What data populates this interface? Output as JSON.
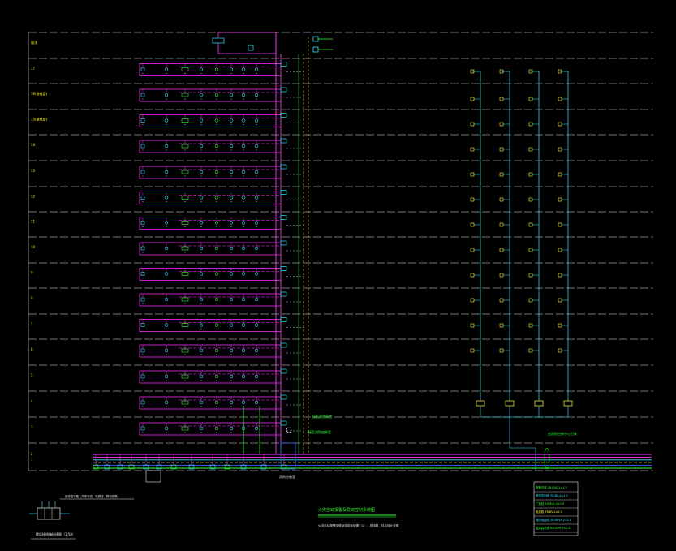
{
  "diagram": {
    "title": "火灾自动报警及联动控制系统图",
    "note": "火灾自动报警及联动控制系统图（1）：总线制，详见设计说明",
    "detail_caption": "楼层接线箱接线图（1:50）",
    "detail_note": "接线端子箱（共享总线，电源线，联动线等）"
  },
  "floors": [
    {
      "label": "屋顶"
    },
    {
      "label": "17"
    },
    {
      "label": "16(避难层)"
    },
    {
      "label": "15(避难层)"
    },
    {
      "label": "14"
    },
    {
      "label": "13"
    },
    {
      "label": "12"
    },
    {
      "label": "11"
    },
    {
      "label": "10"
    },
    {
      "label": "9"
    },
    {
      "label": "8"
    },
    {
      "label": "7"
    },
    {
      "label": "6"
    },
    {
      "label": "5"
    },
    {
      "label": "4"
    },
    {
      "label": "3"
    },
    {
      "label": "2"
    },
    {
      "label": "1"
    }
  ],
  "legend": {
    "items": [
      {
        "text": "报警总线 ZR-RVS-2×1.5"
      },
      {
        "text": "联动控制线 ZR-BV-4×1.5"
      },
      {
        "text": "广播线 ZR-RVS-2×1.5"
      },
      {
        "text": "电源线 ZR-BV-2×2.5"
      },
      {
        "text": "消防电话线 ZR-RVVP-2×1.0"
      },
      {
        "text": "直接启泵线 NH-KVV-4×1.5"
      }
    ]
  },
  "annotations": {
    "pump_room": "接至消防泵房",
    "control_room": "接至消防控制室",
    "cable_feed": "由消防控制中心引来",
    "fire_room": "消防控制室"
  },
  "colors": {
    "magenta": "#ff33ff",
    "cyan": "#33e6ff",
    "green": "#33ff33",
    "yellow": "#ffff33",
    "blue": "#3366ff",
    "white": "#e6e6e6",
    "gray": "#9a9a9a"
  }
}
